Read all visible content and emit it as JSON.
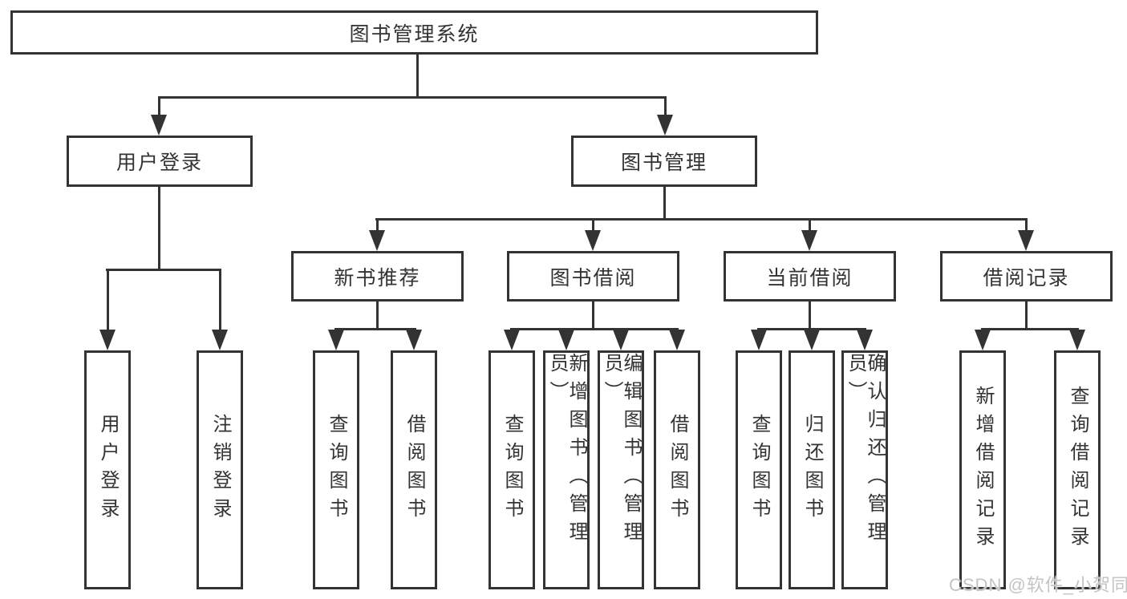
{
  "tree": {
    "root": "图书管理系统",
    "branches": [
      {
        "label": "用户登录",
        "children": [
          "用户登录",
          "注销登录"
        ]
      },
      {
        "label": "图书管理",
        "groups": [
          {
            "label": "新书推荐",
            "children": [
              "查询图书",
              "借阅图书"
            ]
          },
          {
            "label": "图书借阅",
            "children": [
              "查询图书",
              "新增图书（管理员）",
              "编辑图书（管理员）",
              "借阅图书"
            ]
          },
          {
            "label": "当前借阅",
            "children": [
              "查询图书",
              "归还图书",
              "确认归还（管理员）"
            ]
          },
          {
            "label": "借阅记录",
            "children": [
              "新增借阅记录",
              "查询借阅记录"
            ]
          }
        ]
      }
    ]
  },
  "watermark": "CSDN @软件_小贺同学",
  "colors": {
    "line": "#333333",
    "text": "#333333",
    "background": "#ffffff",
    "watermark": "#c1c1c1"
  }
}
